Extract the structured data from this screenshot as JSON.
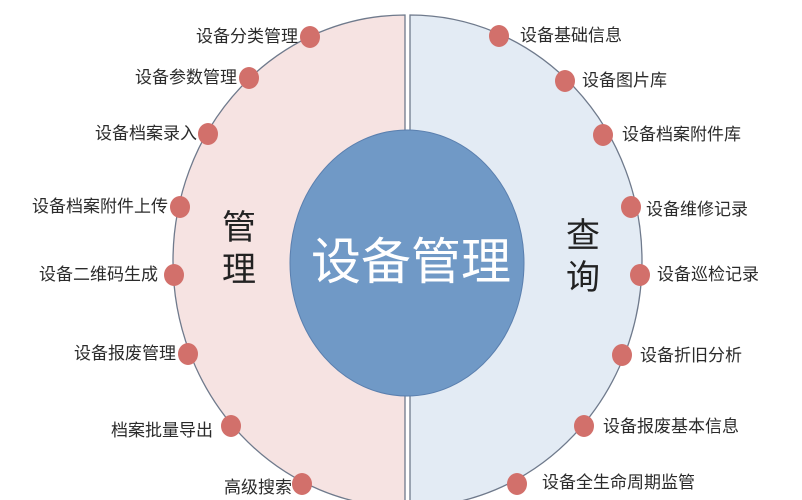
{
  "center": {
    "label": "设备管理",
    "color": "#7099c6"
  },
  "left": {
    "title_chars": [
      "管",
      "理"
    ],
    "fill": "#f6e3e2",
    "items": [
      {
        "label": "设备分类管理",
        "dot": [
          310,
          37
        ]
      },
      {
        "label": "设备参数管理",
        "dot": [
          249,
          78
        ]
      },
      {
        "label": "设备档案录入",
        "dot": [
          208,
          134
        ]
      },
      {
        "label": "设备档案附件上传",
        "dot": [
          180,
          207
        ]
      },
      {
        "label": "设备二维码生成",
        "dot": [
          174,
          275
        ]
      },
      {
        "label": "设备报废管理",
        "dot": [
          188,
          354
        ]
      },
      {
        "label": "档案批量导出",
        "dot": [
          231,
          426
        ]
      },
      {
        "label": "高级搜索",
        "dot": [
          302,
          484
        ]
      }
    ]
  },
  "right": {
    "title_chars": [
      "查",
      "询"
    ],
    "fill": "#e3ebf4",
    "items": [
      {
        "label": "设备基础信息",
        "dot": [
          499,
          36
        ]
      },
      {
        "label": "设备图片库",
        "dot": [
          565,
          81
        ]
      },
      {
        "label": "设备档案附件库",
        "dot": [
          603,
          135
        ]
      },
      {
        "label": "设备维修记录",
        "dot": [
          631,
          207
        ]
      },
      {
        "label": "设备巡检记录",
        "dot": [
          640,
          275
        ]
      },
      {
        "label": "设备折旧分析",
        "dot": [
          622,
          355
        ]
      },
      {
        "label": "设备报废基本信息",
        "dot": [
          584,
          426
        ]
      },
      {
        "label": "设备全生命周期监管",
        "dot": [
          517,
          484
        ]
      }
    ]
  },
  "colors": {
    "dot": "#d2706b",
    "outline": "#6f7a8c",
    "text": "#2b2b2b"
  }
}
